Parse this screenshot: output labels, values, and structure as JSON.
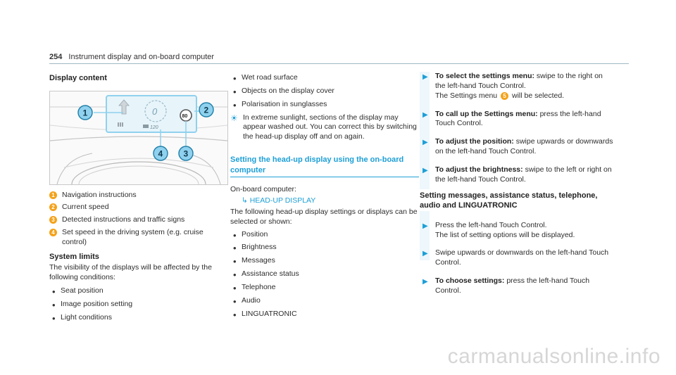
{
  "header": {
    "page_number": "254",
    "title": "Instrument display and on-board computer"
  },
  "col1": {
    "heading": "Display content",
    "image_callouts": [
      "1",
      "2",
      "3",
      "4"
    ],
    "image_sign_text": "80",
    "image_speed_text": "0",
    "image_set_speed": "120",
    "legend": [
      {
        "n": "1",
        "text": "Navigation instructions"
      },
      {
        "n": "2",
        "text": "Current speed"
      },
      {
        "n": "3",
        "text": "Detected instructions and traffic signs"
      },
      {
        "n": "4",
        "text": "Set speed in the driving system (e.g. cruise control)"
      }
    ],
    "limits_heading": "System limits",
    "limits_text": "The visibility of the displays will be affected by the following conditions:",
    "limits_items": [
      "Seat position",
      "Image position setting",
      "Light conditions"
    ]
  },
  "col2": {
    "items": [
      "Wet road surface",
      "Objects on the display cover",
      "Polarisation in sunglasses"
    ],
    "tip": "In extreme sunlight, sections of the display may appear washed out. You can correct this by switching the head-up display off and on again.",
    "section_heading": "Setting the head-up display using the on-board computer",
    "path_label": "On-board computer:",
    "path_value": "HEAD-UP DISPLAY",
    "desc": "The following head-up display settings or displays can be selected or shown:",
    "settings": [
      "Position",
      "Brightness",
      "Messages",
      "Assistance status",
      "Telephone",
      "Audio",
      "LINGUATRONIC"
    ]
  },
  "col3": {
    "steps": [
      {
        "bold": "To select the settings menu:",
        "text": " swipe to the right on the left-hand Touch Control.",
        "sub_pre": "The Settings menu ",
        "sub_badge": "5",
        "sub_post": " will be selected."
      },
      {
        "bold": "To call up the Settings menu:",
        "text": " press the left-hand Touch Control."
      },
      {
        "bold": "To adjust the position:",
        "text": " swipe upwards or downwards on the left-hand Touch Control."
      },
      {
        "bold": "To adjust the brightness:",
        "text": " swipe to the left or right on the left-hand Touch Control."
      }
    ],
    "heading2": "Setting messages, assistance status, telephone, audio and LINGUATRONIC",
    "steps2": [
      {
        "text": "Press the left-hand Touch Control.",
        "sub": "The list of setting options will be displayed."
      },
      {
        "text": "Swipe upwards or downwards on the left-hand Touch Control."
      },
      {
        "bold": "To choose settings:",
        "text": " press the left-hand Touch Control."
      }
    ]
  },
  "watermark": "carmanualsonline.info",
  "colors": {
    "accent": "#1d9fd6",
    "badge": "#f4a21a",
    "band": "#eef7fb"
  }
}
